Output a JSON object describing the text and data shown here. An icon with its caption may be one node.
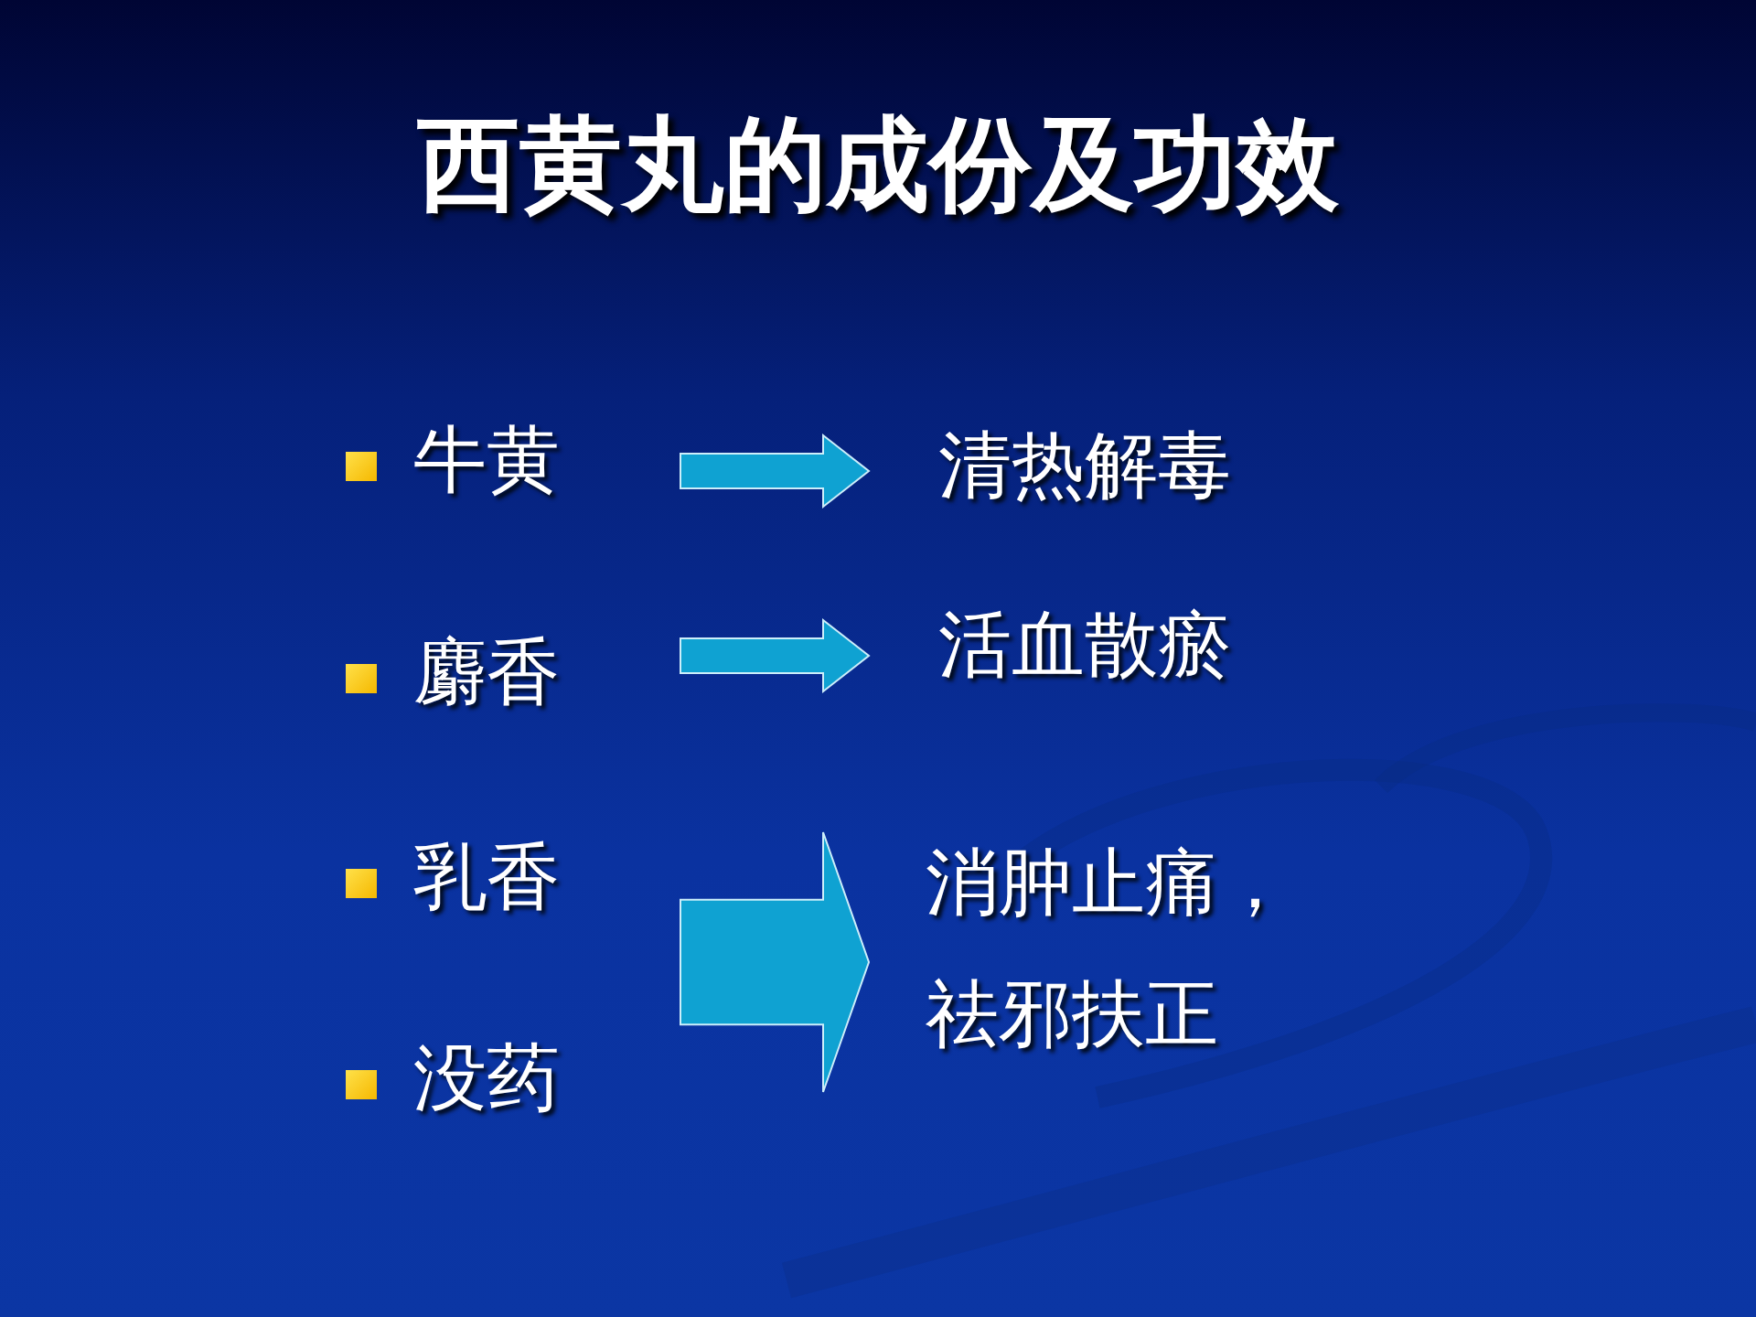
{
  "diagram": {
    "title": "西黄丸的成份及功效",
    "nodes": [
      {
        "text": [
          "牛黄"
        ]
      },
      {
        "text": [
          "麝香"
        ]
      },
      {
        "text": [
          "乳香"
        ]
      },
      {
        "text": [
          "没药"
        ]
      },
      {
        "text": [
          "清热解毒"
        ]
      },
      {
        "text": [
          "活血散瘀"
        ]
      },
      {
        "text": [
          "消肿止痛，祛邪扶正"
        ]
      }
    ],
    "edges": [
      {
        "from": 0,
        "to": 4,
        "arrow": "to"
      },
      {
        "from": 1,
        "to": 5,
        "arrow": "to"
      },
      {
        "from": 2,
        "to": 6,
        "arrow": "to"
      },
      {
        "from": 3,
        "to": 6,
        "arrow": "to"
      }
    ]
  }
}
